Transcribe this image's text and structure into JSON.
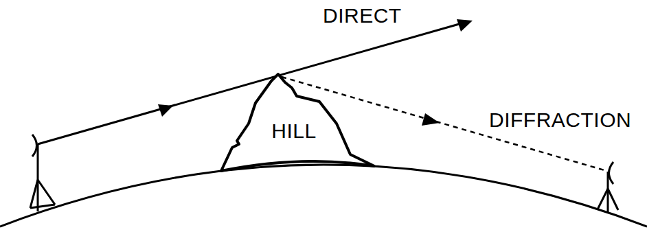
{
  "diagram": {
    "nodes": [
      {
        "text": [
          "HILL"
        ]
      }
    ],
    "labels": [
      "DIRECT",
      "DIFFRACTION"
    ]
  }
}
